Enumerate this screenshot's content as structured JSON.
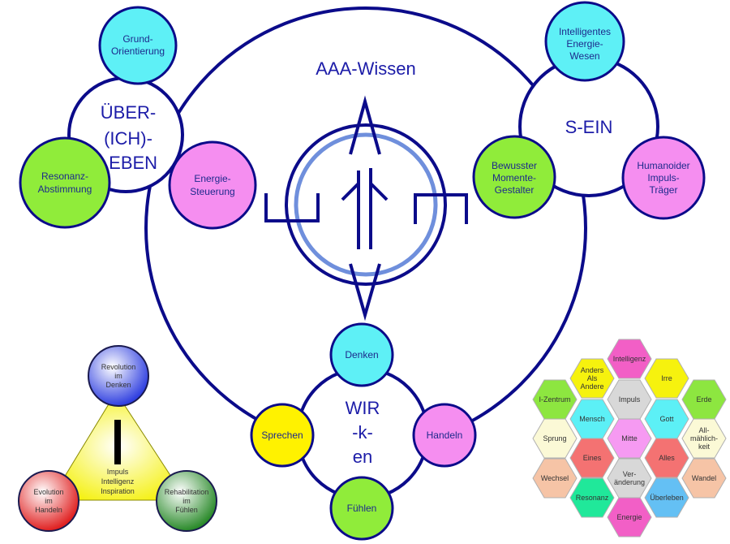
{
  "title": "AAA-Wissen",
  "colors": {
    "line": "#0b0b8a",
    "ring_light": "#6f8fdc",
    "cyan": "#5ef0f6",
    "green": "#90ec3a",
    "pink": "#f58ef0",
    "yellow": "#fff200"
  },
  "groups": {
    "ueber_ich_leben": {
      "label_lines": [
        "ÜBER-",
        "(ICH)-",
        "LEBEN"
      ],
      "nodes": [
        {
          "lines": [
            "Grund-",
            "Orientierung"
          ],
          "color": "#5ef0f6"
        },
        {
          "lines": [
            "Resonanz-",
            "Abstimmung"
          ],
          "color": "#90ec3a"
        },
        {
          "lines": [
            "Energie-",
            "Steuerung"
          ],
          "color": "#f58ef0"
        }
      ]
    },
    "s_ein": {
      "label_lines": [
        "S-EIN"
      ],
      "nodes": [
        {
          "lines": [
            "Intelligentes",
            "Energie-",
            "Wesen"
          ],
          "color": "#5ef0f6"
        },
        {
          "lines": [
            "Bewusster",
            "Momente-",
            "Gestalter"
          ],
          "color": "#90ec3a"
        },
        {
          "lines": [
            "Humanoider",
            "Impuls-",
            "Träger"
          ],
          "color": "#f58ef0"
        }
      ]
    },
    "wir_k_en": {
      "label_lines": [
        "WIR",
        "-k-",
        "en"
      ],
      "nodes": [
        {
          "lines": [
            "Denken"
          ],
          "color": "#5ef0f6"
        },
        {
          "lines": [
            "Sprechen"
          ],
          "color": "#fff200"
        },
        {
          "lines": [
            "Handeln"
          ],
          "color": "#f58ef0"
        },
        {
          "lines": [
            "Fühlen"
          ],
          "color": "#90ec3a"
        }
      ]
    }
  },
  "triangle": {
    "center_lines": [
      "Impuls",
      "Intelligenz",
      "Inspiration"
    ],
    "center_glyph": "I",
    "nodes": [
      {
        "lines": [
          "Revolution",
          "im",
          "Denken"
        ],
        "color": "#2f3fe0"
      },
      {
        "lines": [
          "Evolution",
          "im",
          "Handeln"
        ],
        "color": "#e02020"
      },
      {
        "lines": [
          "Rehabilitation",
          "im",
          "Fühlen"
        ],
        "color": "#2a8a2a"
      }
    ]
  },
  "hexagons": [
    {
      "lines": [
        "Intelligenz"
      ],
      "color": "#f25fc6"
    },
    {
      "lines": [
        "Anders",
        "Als",
        "Andere"
      ],
      "color": "#f6f20e"
    },
    {
      "lines": [
        "Irre"
      ],
      "color": "#f6f20e"
    },
    {
      "lines": [
        "I-Zentrum"
      ],
      "color": "#8de640"
    },
    {
      "lines": [
        "Impuls"
      ],
      "color": "#d8d8d8"
    },
    {
      "lines": [
        "Erde"
      ],
      "color": "#8de640"
    },
    {
      "lines": [
        "Mensch"
      ],
      "color": "#5cf0f6"
    },
    {
      "lines": [
        "Gott"
      ],
      "color": "#5cf0f6"
    },
    {
      "lines": [
        "Sprung"
      ],
      "color": "#fbf9d6"
    },
    {
      "lines": [
        "Mitte"
      ],
      "color": "#f69af2"
    },
    {
      "lines": [
        "All-",
        "mählich-",
        "keit"
      ],
      "color": "#fbf9d6"
    },
    {
      "lines": [
        "Eines"
      ],
      "color": "#f47272"
    },
    {
      "lines": [
        "Alles"
      ],
      "color": "#f47272"
    },
    {
      "lines": [
        "Wechsel"
      ],
      "color": "#f6c4a6"
    },
    {
      "lines": [
        "Ver-",
        "änderung"
      ],
      "color": "#d8d8d8"
    },
    {
      "lines": [
        "Wandel"
      ],
      "color": "#f6c4a6"
    },
    {
      "lines": [
        "Resonanz"
      ],
      "color": "#20e89a"
    },
    {
      "lines": [
        "Überleben"
      ],
      "color": "#64c0f4"
    },
    {
      "lines": [
        "Energie"
      ],
      "color": "#f25fc6"
    }
  ]
}
